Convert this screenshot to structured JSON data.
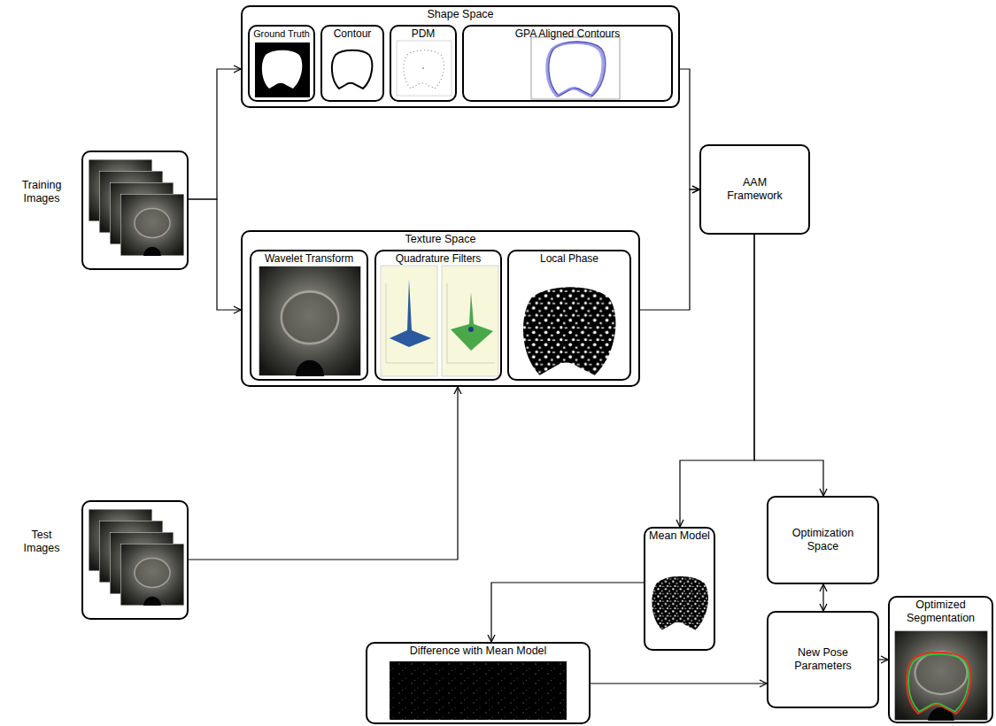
{
  "diagram": {
    "nodes": [
      {
        "text": [
          "Shape Space"
        ]
      },
      {
        "text": [
          "Ground Truth"
        ],
        "in": 0
      },
      {
        "text": [
          "Contour"
        ],
        "in": 0
      },
      {
        "text": [
          "PDM"
        ],
        "in": 0
      },
      {
        "text": [
          "GPA Aligned Contours"
        ],
        "in": 0
      },
      {
        "text": [
          "Training Images"
        ]
      },
      {
        "text": [
          "AAM Framework"
        ]
      },
      {
        "text": [
          "Texture Space"
        ]
      },
      {
        "text": [
          "Wavelet Transform"
        ],
        "in": 7
      },
      {
        "text": [
          "Quadrature Filters"
        ],
        "in": 7
      },
      {
        "text": [
          "Local Phase"
        ],
        "in": 7
      },
      {
        "text": [
          "Test Images"
        ]
      },
      {
        "text": [
          "Mean Model"
        ]
      },
      {
        "text": [
          "Optimization Space"
        ]
      },
      {
        "text": [
          "Difference with Mean Model"
        ]
      },
      {
        "text": [
          "New Pose Parameters"
        ]
      },
      {
        "text": [
          "Optimized Segmentation"
        ]
      }
    ],
    "edges": [
      {
        "from": 5,
        "to": 0,
        "arrow": "to"
      },
      {
        "from": 5,
        "to": 7,
        "arrow": "to"
      },
      {
        "from": 0,
        "to": 6,
        "arrow": "to"
      },
      {
        "from": 7,
        "to": 6,
        "arrow": "to"
      },
      {
        "from": 6,
        "to": 12,
        "arrow": "to"
      },
      {
        "from": 6,
        "to": 13,
        "arrow": "to"
      },
      {
        "from": 11,
        "to": 7,
        "arrow": "to"
      },
      {
        "from": 12,
        "to": 14,
        "arrow": "to"
      },
      {
        "from": 14,
        "to": 15,
        "arrow": "to"
      },
      {
        "from": 13,
        "to": 15,
        "arrow": "both"
      },
      {
        "from": 15,
        "to": 16,
        "arrow": "to"
      }
    ]
  }
}
